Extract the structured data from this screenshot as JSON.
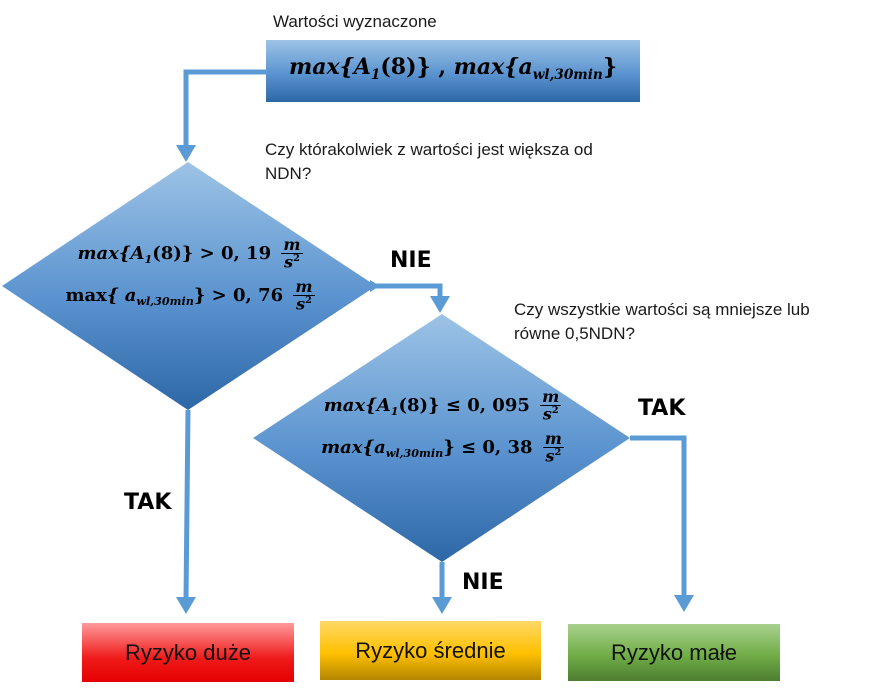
{
  "diagram": {
    "type": "flowchart",
    "colors": {
      "connector": "#5b9bd5",
      "shape_top": "#9dc3e6",
      "shape_bottom": "#2e67a6",
      "risk_high": "#ef1a1a",
      "risk_medium": "#ffc000",
      "risk_low": "#70ad47"
    },
    "start": {
      "caption": "Wartości wyznaczone",
      "formula": {
        "part1_fn": "max",
        "part1_arg": "{A",
        "part1_sub": "1",
        "part1_rest": "(8)}",
        "sep": " , ",
        "part2_fn": "max",
        "part2_arg": "{a",
        "part2_sub": "wl,30min",
        "part2_rest": "}"
      }
    },
    "decision1": {
      "question": "Czy którakolwiek z wartości jest większa od NDN?",
      "line1": {
        "fn": "max",
        "arg": "{A",
        "sub": "1",
        "rest": "(8)}",
        "op": " > 0, 19 ",
        "unit_num": "m",
        "unit_den": "s",
        "unit_exp": "2"
      },
      "line2": {
        "fn": "max",
        "arg": "{ a",
        "sub": "wl,30min",
        "rest": "}",
        "op": " > 0, 76 ",
        "unit_num": "m",
        "unit_den": "s",
        "unit_exp": "2"
      },
      "yes_label": "TAK",
      "no_label": "NIE"
    },
    "decision2": {
      "question": "Czy wszystkie wartości są mniejsze lub równe 0,5NDN?",
      "line1": {
        "fn": "max",
        "arg": "{A",
        "sub": "1",
        "rest": "(8)}",
        "op": " ≤ 0, 095 ",
        "unit_num": "m",
        "unit_den": "s",
        "unit_exp": "2"
      },
      "line2": {
        "fn": "max",
        "arg": "{a",
        "sub": "wl,30min",
        "rest": "}",
        "op": " ≤ 0, 38 ",
        "unit_num": "m",
        "unit_den": "s",
        "unit_exp": "2"
      },
      "yes_label": "TAK",
      "no_label": "NIE"
    },
    "outcomes": {
      "high": "Ryzyko duże",
      "medium": "Ryzyko średnie",
      "low": "Ryzyko małe"
    }
  }
}
